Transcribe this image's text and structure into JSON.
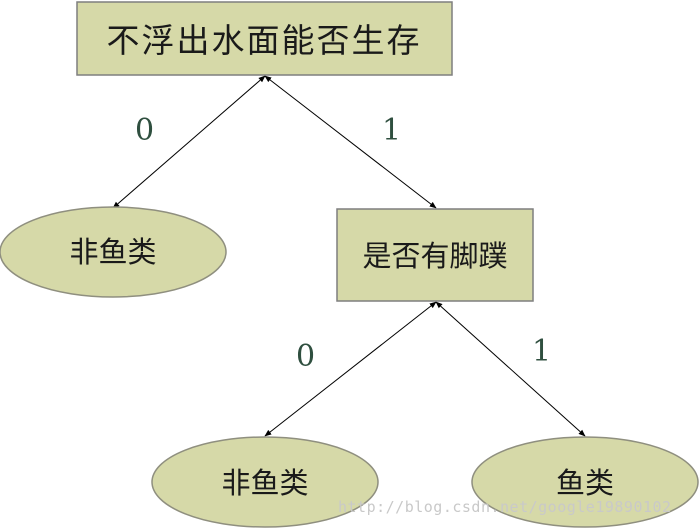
{
  "nodes": {
    "root": {
      "label": "不浮出水面能否生存"
    },
    "left_leaf": {
      "label": "非鱼类"
    },
    "decision": {
      "label": "是否有脚蹼"
    },
    "bottom_left_leaf": {
      "label": "非鱼类"
    },
    "bottom_right_leaf": {
      "label": "鱼类"
    }
  },
  "edges": {
    "root_to_left": {
      "label": "0"
    },
    "root_to_decision": {
      "label": "1"
    },
    "decision_to_left": {
      "label": "0"
    },
    "decision_to_right": {
      "label": "1"
    }
  },
  "colors": {
    "node_fill": "#d6d9a8",
    "node_border": "#7f7f7f",
    "edge_label": "#2f4f3f"
  },
  "watermark": "http://blog.csdn.net/google19890102"
}
